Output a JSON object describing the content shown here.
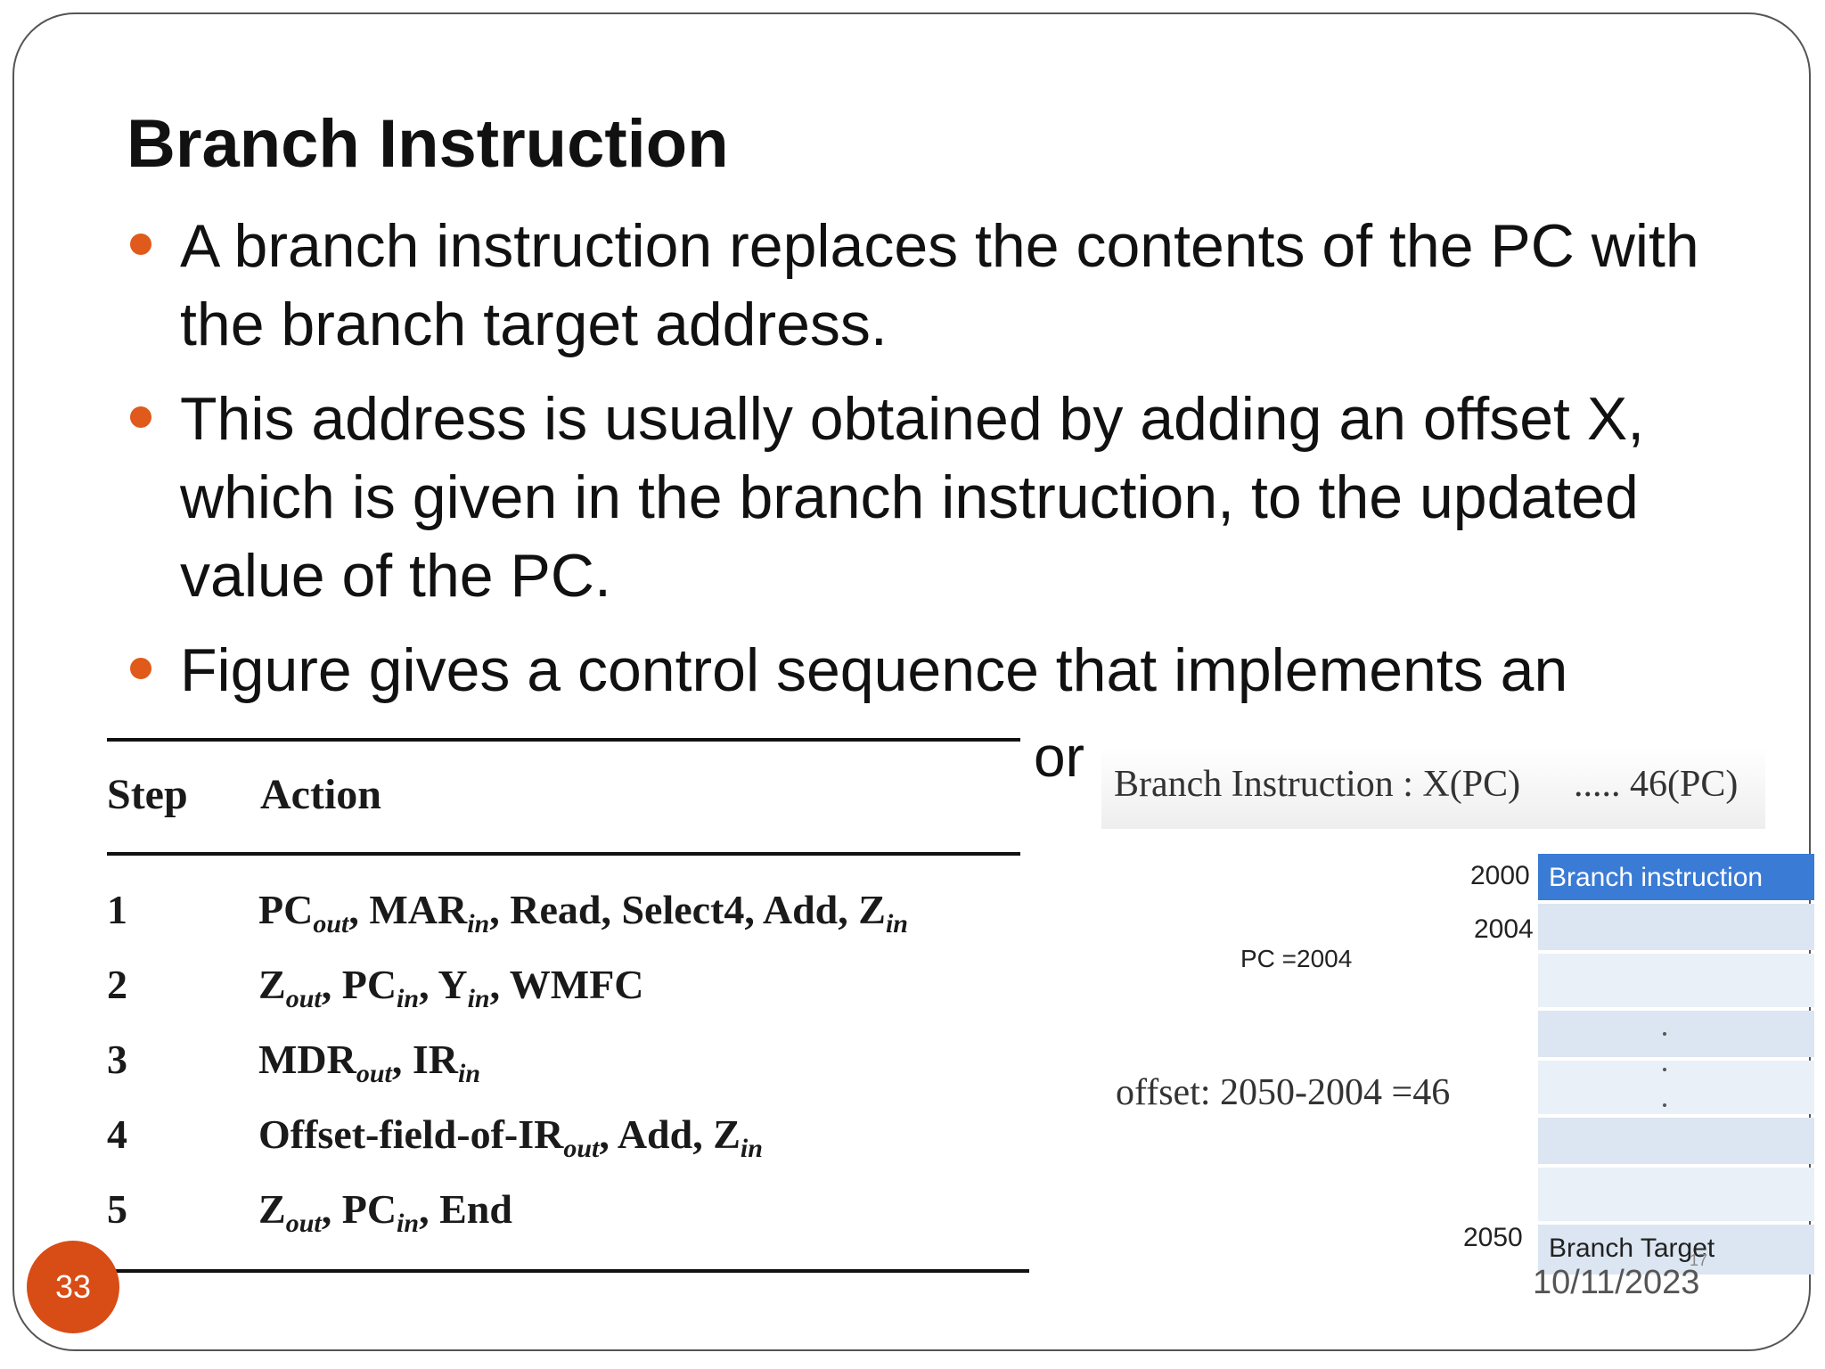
{
  "slide": {
    "title": "Branch Instruction",
    "bullets": [
      "A branch instruction replaces the contents of the PC with the branch target address.",
      "This address is usually obtained by adding an offset X, which is given in the branch instruction, to the updated value of the PC.",
      "Figure  gives a control sequence that implements an"
    ],
    "cut_off_text": "or",
    "slide_number": "33",
    "date": "10/11/2023"
  },
  "table": {
    "headers": {
      "step": "Step",
      "action": "Action"
    },
    "rows": [
      {
        "step": "1",
        "action": [
          [
            "PC",
            "out"
          ],
          [
            ", MAR",
            "in"
          ],
          [
            ", Read, Select4, Add, Z",
            "in"
          ]
        ]
      },
      {
        "step": "2",
        "action": [
          [
            "Z",
            "out"
          ],
          [
            ", PC",
            "in"
          ],
          [
            ", Y",
            "in"
          ],
          [
            ", WMFC",
            ""
          ]
        ]
      },
      {
        "step": "3",
        "action": [
          [
            "MDR",
            "out"
          ],
          [
            ", IR",
            "in"
          ]
        ]
      },
      {
        "step": "4",
        "action": [
          [
            "Offset-field-of-IR",
            "out"
          ],
          [
            ", Add, Z",
            "in"
          ]
        ]
      },
      {
        "step": "5",
        "action": [
          [
            "Z",
            "out"
          ],
          [
            ", PC",
            "in"
          ],
          [
            ", End",
            ""
          ]
        ]
      }
    ]
  },
  "memory_figure": {
    "caption": "Branch Instruction  : X(PC)",
    "caption_pc": "..... 46(PC)",
    "address_2000": "2000",
    "address_2004": "2004",
    "address_2050": "2050",
    "cell_branch_instruction": "Branch instruction",
    "cell_branch_target": "Branch Target",
    "pc_note": "PC =2004",
    "offset_note": "offset:  2050-2004 =46",
    "tiny_number": "17"
  },
  "colors": {
    "accent": "#e05a1b",
    "mem_header": "#3a7bd5",
    "mem_light": "#dce6f2",
    "mem_lighter": "#eaf0f8"
  }
}
